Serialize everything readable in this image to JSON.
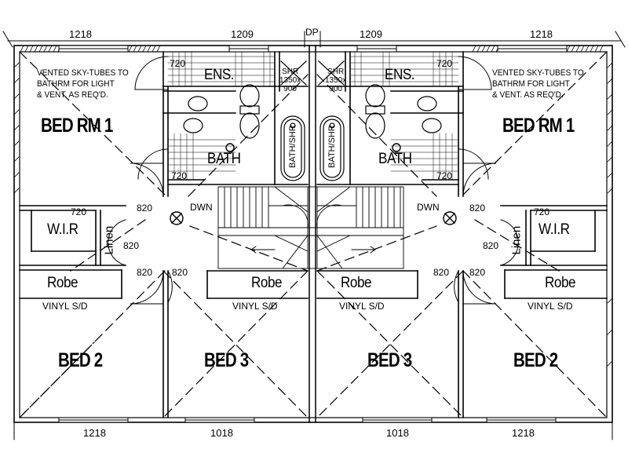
{
  "rooms": {
    "bed1_left": "BED RM 1",
    "bed1_right": "BED RM 1",
    "bed2_left": "BED 2",
    "bed2_right": "BED 2",
    "bed3_left": "BED 3",
    "bed3_right": "BED 3",
    "ens_left": "ENS.",
    "ens_right": "ENS.",
    "bath_left": "BATH",
    "bath_right": "BATH",
    "wir_left": "W.I.R",
    "wir_right": "W.I.R",
    "linen_left": "Linen",
    "linen_right": "Linen",
    "robe_a": "Robe",
    "robe_b": "Robe",
    "robe_c": "Robe",
    "robe_d": "Robe"
  },
  "notes": {
    "skytubes_left": "VENTED SKY-TUBES TO\nBATHRM FOR LIGHT\n& VENT. AS REQ'D.",
    "skytubes_right": "VENTED SKY-TUBES TO\nBATHRM FOR LIGHT\n& VENT. AS REQ'D.",
    "shr_left": "SHR\n1350x\n900",
    "shr_right": "SHR\n1350x\n900",
    "bathshr_left": "BATH/SHR",
    "bathshr_right": "BATH/SHR",
    "vinyl_a": "VINYL S/D",
    "vinyl_b": "VINYL S/D",
    "vinyl_c": "VINYL S/D",
    "vinyl_d": "VINYL S/D",
    "dwn_left": "DWN",
    "dwn_right": "DWN",
    "dp": "DP"
  },
  "dimensions": {
    "top_1": "1218",
    "top_2": "1209",
    "top_3": "1209",
    "top_4": "1218",
    "bottom_1": "1218",
    "bottom_2": "1018",
    "bottom_3": "1018",
    "bottom_4": "1218",
    "door_720_a": "720",
    "door_720_b": "720",
    "door_720_c": "720",
    "door_720_d": "720",
    "door_720_e": "720",
    "door_720_f": "720",
    "door_820_a": "820",
    "door_820_b": "820",
    "door_820_c": "820",
    "door_820_d": "820",
    "door_820_e": "820",
    "door_820_f": "820",
    "door_820_g": "820",
    "door_820_h": "820"
  }
}
